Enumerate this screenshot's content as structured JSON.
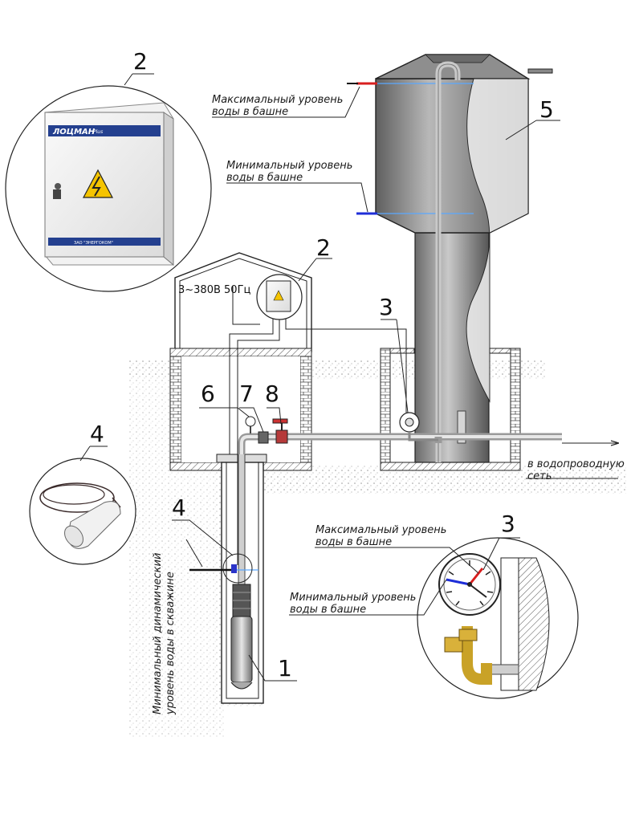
{
  "labels": {
    "max_level_tower": "Максимальный уровень воды в башне",
    "max_level_tower_l1": "Максимальный уровень",
    "max_level_tower_l2": "воды в башне",
    "min_level_tower_l1": "Минимальный уровень",
    "min_level_tower_l2": "воды в башне",
    "power_supply": "3~380В 50Гц",
    "to_network_l1": "в водопроводную",
    "to_network_l2": "сеть",
    "min_dynamic_l1": "Минимальный динамический",
    "min_dynamic_l2": "уровень воды в скважине",
    "gauge_max_l1": "Максимальный уровень",
    "gauge_max_l2": "воды в башне",
    "gauge_min_l1": "Минимальный уровень",
    "gauge_min_l2": "воды в башне"
  },
  "numbers": {
    "n1": "1",
    "n2_top": "2",
    "n2_house": "2",
    "n3_tower": "3",
    "n3_gauge": "3",
    "n4_sensor": "4",
    "n4_well": "4",
    "n5": "5",
    "n6": "6",
    "n7": "7",
    "n8": "8"
  },
  "cabinet": {
    "brand": "ЛОЦМАН",
    "brand_suffix": "Plus",
    "maker": "ЗАО \"ЭНЕРГОКОМ\""
  },
  "colors": {
    "max_level": "#d81e1e",
    "min_level": "#1e2ed8",
    "water_line": "#5aa8ff",
    "hazard": "#f5c400",
    "brass": "#c9a227"
  },
  "icons": {
    "hazard": "high-voltage-icon",
    "arrow": "arrow-right-icon"
  }
}
